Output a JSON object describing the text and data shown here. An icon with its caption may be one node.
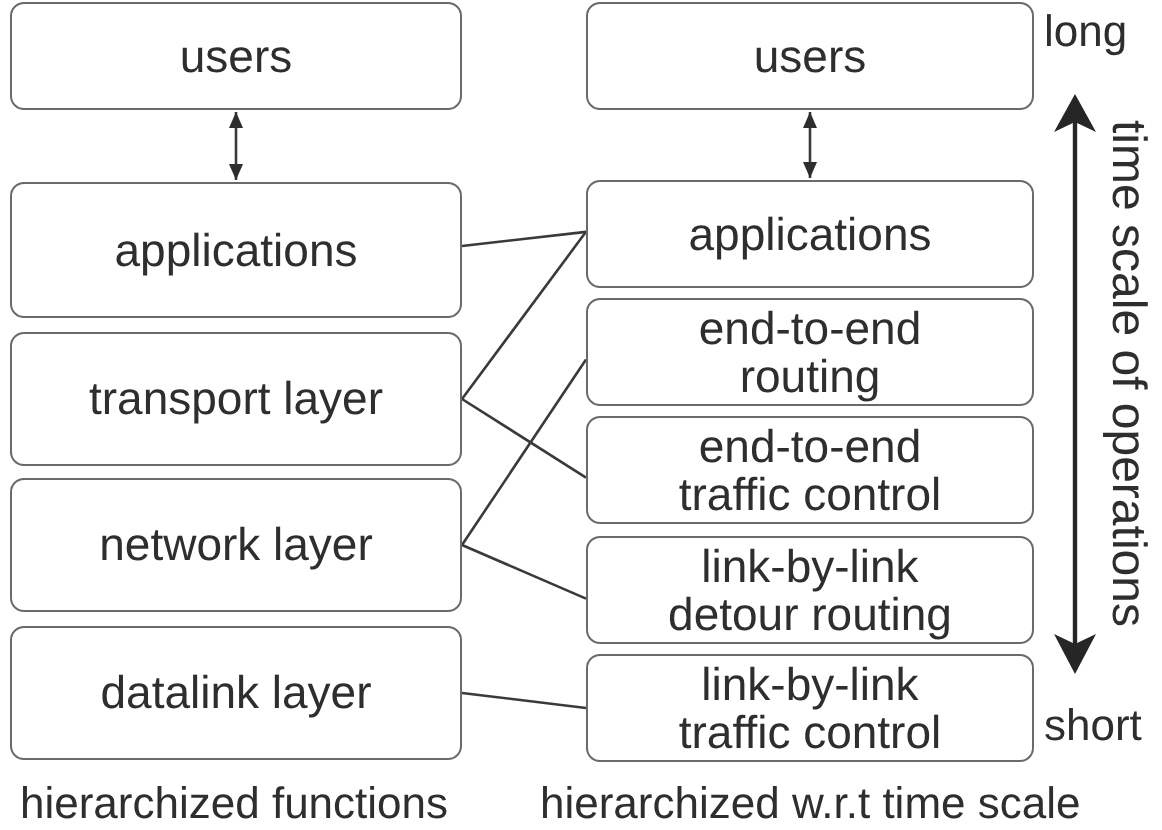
{
  "diagram": {
    "nodes": [
      {
        "text": [
          "users"
        ]
      },
      {
        "text": [
          "applications"
        ]
      },
      {
        "text": [
          "transport layer"
        ]
      },
      {
        "text": [
          "network layer"
        ]
      },
      {
        "text": [
          "datalink layer"
        ]
      },
      {
        "text": [
          "users"
        ]
      },
      {
        "text": [
          "applications"
        ]
      },
      {
        "text": [
          "end-to-end routing"
        ]
      },
      {
        "text": [
          "end-to-end traffic control"
        ]
      },
      {
        "text": [
          "link-by-link detour routing"
        ]
      },
      {
        "text": [
          "link-by-link traffic control"
        ]
      }
    ],
    "edges": [
      {
        "from": 0,
        "to": 1,
        "arrow": "both"
      },
      {
        "from": 5,
        "to": 6,
        "arrow": "both"
      },
      {
        "from": 1,
        "to": 6,
        "arrow": "none"
      },
      {
        "from": 2,
        "to": 6,
        "arrow": "none"
      },
      {
        "from": 2,
        "to": 8,
        "arrow": "none"
      },
      {
        "from": 3,
        "to": 7,
        "arrow": "none"
      },
      {
        "from": 3,
        "to": 9,
        "arrow": "none"
      },
      {
        "from": 4,
        "to": 10,
        "arrow": "none"
      }
    ],
    "labels": [
      "long",
      "time scale of operations",
      "short",
      "hierarchized functions",
      "hierarchized w.r.t time scale"
    ]
  }
}
